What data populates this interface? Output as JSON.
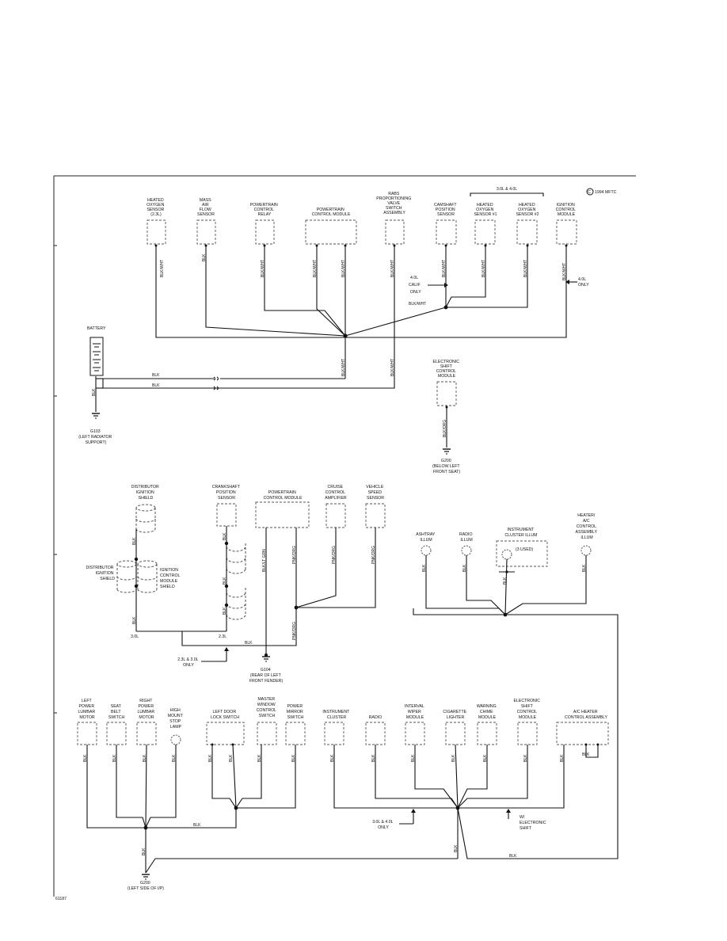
{
  "copyright": "1994 MFTC",
  "figure_number": "61187",
  "top_section": {
    "components": {
      "heated_o2": [
        "HEATED",
        "OXYGEN",
        "SENSOR",
        "(2.3L)"
      ],
      "maf": [
        "MASS",
        "AIR",
        "FLOW",
        "SENSOR"
      ],
      "pcm_relay": [
        "POWERTRAIN",
        "CONTROL",
        "RELAY"
      ],
      "pcm": [
        "POWERTRAIN",
        "CONTROL MODULE"
      ],
      "rabs": [
        "RABS",
        "PROPORTIONING",
        "VALVE",
        "SWITCH",
        "ASSEMBLY"
      ],
      "camshaft": [
        "CAMSHAFT",
        "POSITION",
        "SENSOR"
      ],
      "ho2s1": [
        "HEATED",
        "OXYGEN",
        "SENSOR #1"
      ],
      "ho2s2": [
        "HEATED",
        "OXYGEN",
        "SENSOR #2"
      ],
      "icm": [
        "IGNITION",
        "CONTROL",
        "MODULE"
      ],
      "battery": "BATTERY",
      "esc_module": [
        "ELECTRONIC",
        "SHIFT",
        "CONTROL",
        "MODULE"
      ]
    },
    "bracket_label": "3.0L & 4.0L",
    "note_calif": [
      "4.0L",
      "CALIF",
      "ONLY"
    ],
    "note_40": [
      "4.0L",
      "ONLY"
    ],
    "ground_g103": [
      "G103",
      "(LEFT RADIATOR",
      "SUPPORT)"
    ],
    "ground_g200": [
      "G200",
      "(BELOW LEFT",
      "FRONT SEAT)"
    ],
    "wires": {
      "blk_wht": "BLK/WHT",
      "blk": "BLK",
      "blk_org": "BLK/ORG"
    }
  },
  "middle_section": {
    "components": {
      "dist_shield": [
        "DISTRIBUTOR",
        "IGNITION",
        "SHIELD"
      ],
      "crank": [
        "CRANKSHAFT",
        "POSITION",
        "SENSOR"
      ],
      "pcm": [
        "POWERTRAIN",
        "CONTROL MODULE"
      ],
      "cruise": [
        "CRUISE",
        "CONTROL",
        "AMPLIFIER"
      ],
      "vss": [
        "VEHICLE",
        "SPEED",
        "SENSOR"
      ],
      "dist_shield_left": [
        "DISTRIBUTOR",
        "IGNITION",
        "SHIELD"
      ],
      "icm_shield": [
        "IGNITION",
        "CONTROL",
        "MODULE",
        "SHIELD"
      ],
      "ashtray": [
        "ASHTRAY",
        "ILLUM"
      ],
      "radio": [
        "RADIO",
        "ILLUM"
      ],
      "cluster": [
        "INSTRUMENT",
        "CLUSTER ILLUM"
      ],
      "cluster_note": "(3 USED)",
      "heater": [
        "HEATER/",
        "A/C",
        "CONTROL",
        "ASSEMBLY",
        "ILLUM"
      ]
    },
    "engine_30": "3.0L",
    "engine_23": "2.3L",
    "note": [
      "2.3L & 3.0L",
      "ONLY"
    ],
    "ground_g104": [
      "G104",
      "(REAR OF LEFT",
      "FRONT FENDER)"
    ],
    "wires": {
      "blk": "BLK",
      "blk_lt_grn": "BLK/LT GRN",
      "pnk_org": "PNK/ORG"
    }
  },
  "bottom_section": {
    "components": {
      "lumbar_left": [
        "LEFT",
        "POWER",
        "LUMBAR",
        "MOTOR"
      ],
      "seat_belt": [
        "SEAT",
        "BELT",
        "SWITCH"
      ],
      "lumbar_right": [
        "RIGHT",
        "POWER",
        "LUMBAR",
        "MOTOR"
      ],
      "stop_lamp": [
        "HIGH",
        "MOUNT",
        "STOP",
        "LAMP"
      ],
      "door_lock": [
        "LEFT DOOR",
        "LOCK SWITCH"
      ],
      "master_window": [
        "MASTER",
        "WINDOW",
        "CONTROL",
        "SWITCH"
      ],
      "power_mirror": [
        "POWER",
        "MIRROR",
        "SWITCH"
      ],
      "cluster": [
        "INSTRUMENT",
        "CLUSTER"
      ],
      "radio": [
        "RADIO"
      ],
      "wiper": [
        "INTERVAL",
        "WIPER",
        "MODULE"
      ],
      "lighter": [
        "CIGARETTE",
        "LIGHTER"
      ],
      "chime": [
        "WARNING",
        "CHIME",
        "MODULE"
      ],
      "esc": [
        "ELECTRONIC",
        "SHIFT",
        "CONTROL",
        "MODULE"
      ],
      "ac_heater": [
        "A/C HEATER",
        "CONTROL ASSEMBLY"
      ]
    },
    "note_engine": [
      "3.0L & 4.0L",
      "ONLY"
    ],
    "note_shift": [
      "W/",
      "ELECTRONIC",
      "SHIFT"
    ],
    "ground_g200": [
      "G200",
      "(LEFT SIDE OF I/P)"
    ],
    "wires": {
      "blk": "BLK"
    }
  }
}
